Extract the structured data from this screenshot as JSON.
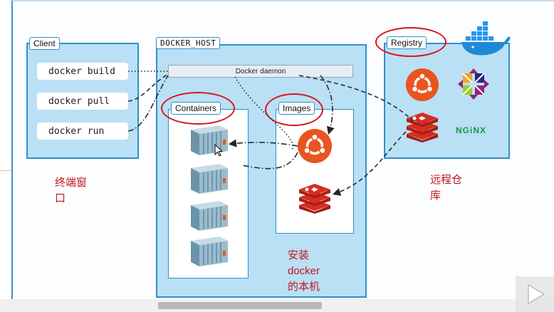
{
  "client": {
    "title": "Client",
    "commands": [
      "docker build",
      "docker pull",
      "docker run"
    ]
  },
  "docker_host": {
    "title": "DOCKER_HOST",
    "daemon": "Docker daemon",
    "containers_label": "Containers",
    "images_label": "Images"
  },
  "registry": {
    "title": "Registry",
    "nginx_label": "NGiNX"
  },
  "annotations": {
    "terminal": [
      "终端窗",
      "口"
    ],
    "remote": [
      "远程仓",
      "库"
    ],
    "local": [
      "安装",
      "docker",
      "的本机"
    ]
  },
  "colors": {
    "panel": "#b9e0f5",
    "border": "#2f8fca",
    "highlight": "#d8141a",
    "annotation": "#c4161c",
    "ubuntu": "#e95420",
    "redis": "#d82c20"
  }
}
